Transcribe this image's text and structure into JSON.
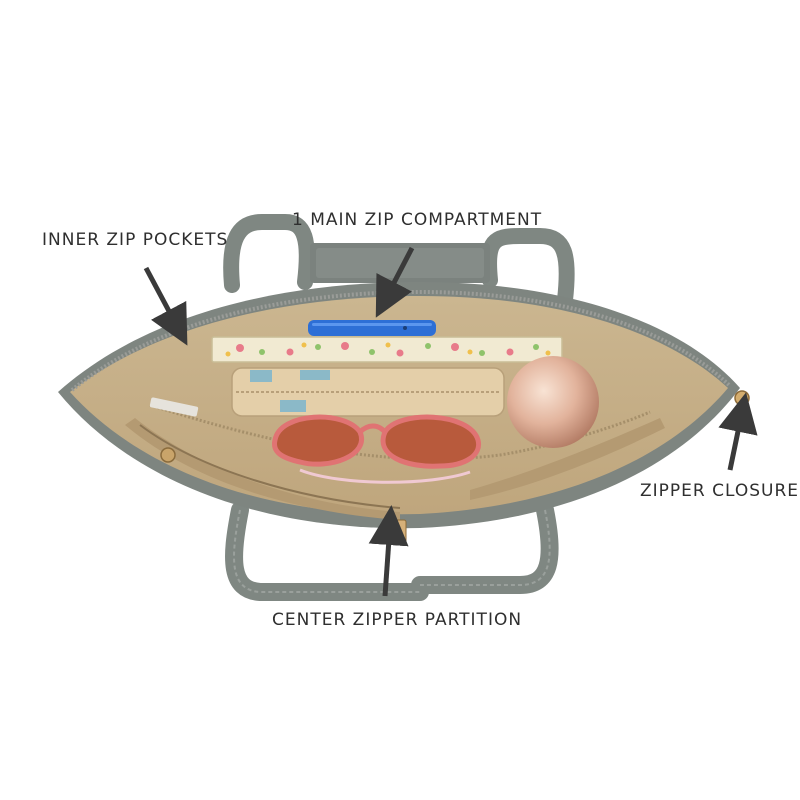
{
  "callouts": {
    "inner_zip_pockets": "INNER ZIP POCKETS",
    "main_zip_compartment": "1 MAIN ZIP COMPARTMENT",
    "zipper_closure": "ZIPPER CLOSURE",
    "center_zipper_partition": "CENTER ZIPPER PARTITION"
  },
  "colors": {
    "bag_grey": "#7e8580",
    "lining_tan": "#c4ae86",
    "arrow": "#3a3a3a"
  }
}
